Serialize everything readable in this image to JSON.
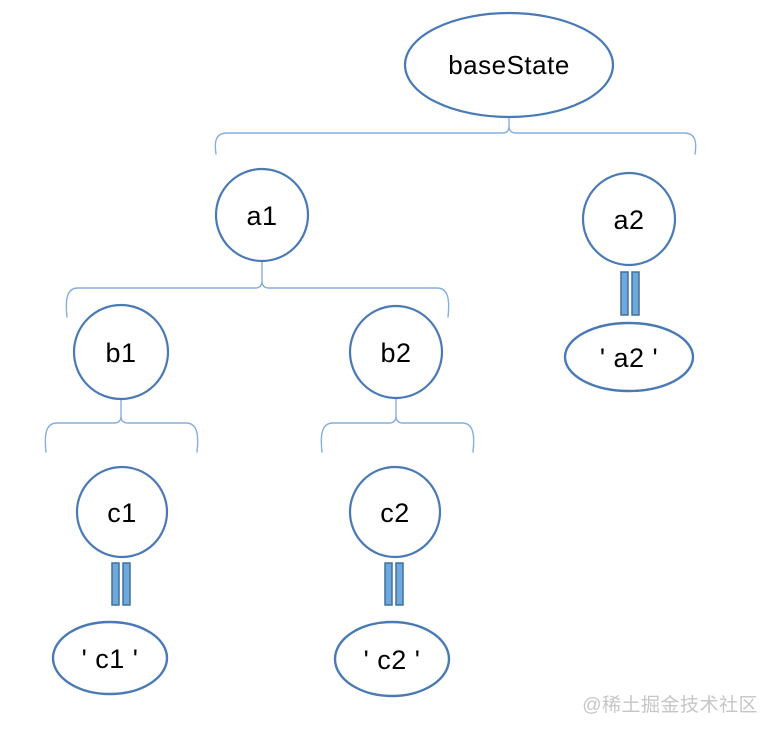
{
  "diagram": {
    "type": "tree",
    "nodes": {
      "base": {
        "label": "baseState",
        "shape": "ellipse"
      },
      "a1": {
        "label": "a1",
        "shape": "circle"
      },
      "a2": {
        "label": "a2",
        "shape": "circle"
      },
      "b1": {
        "label": "b1",
        "shape": "circle"
      },
      "b2": {
        "label": "b2",
        "shape": "circle"
      },
      "c1": {
        "label": "c1",
        "shape": "circle"
      },
      "c2": {
        "label": "c2",
        "shape": "circle"
      },
      "a2_value": {
        "label": "' a2 '",
        "shape": "ellipse"
      },
      "c1_value": {
        "label": "' c1 '",
        "shape": "ellipse"
      },
      "c2_value": {
        "label": "' c2 '",
        "shape": "ellipse"
      }
    },
    "structure": {
      "baseState": {
        "a1": {
          "b1": {
            "c1": "'c1'"
          },
          "b2": {
            "c2": "'c2'"
          }
        },
        "a2": "'a2'"
      }
    },
    "connector_types": {
      "parent_to_children": "curly-brace",
      "node_to_value": "double-bar-equals"
    }
  },
  "watermark": {
    "text": "@稀土掘金技术社区"
  },
  "colors": {
    "node_stroke": "#4a7ab5",
    "brace_stroke": "#86aede",
    "bar_fill": "#6fa8dc",
    "bar_stroke": "#41719c",
    "text_color": "#000000",
    "watermark_color": "#c6c6c6"
  }
}
